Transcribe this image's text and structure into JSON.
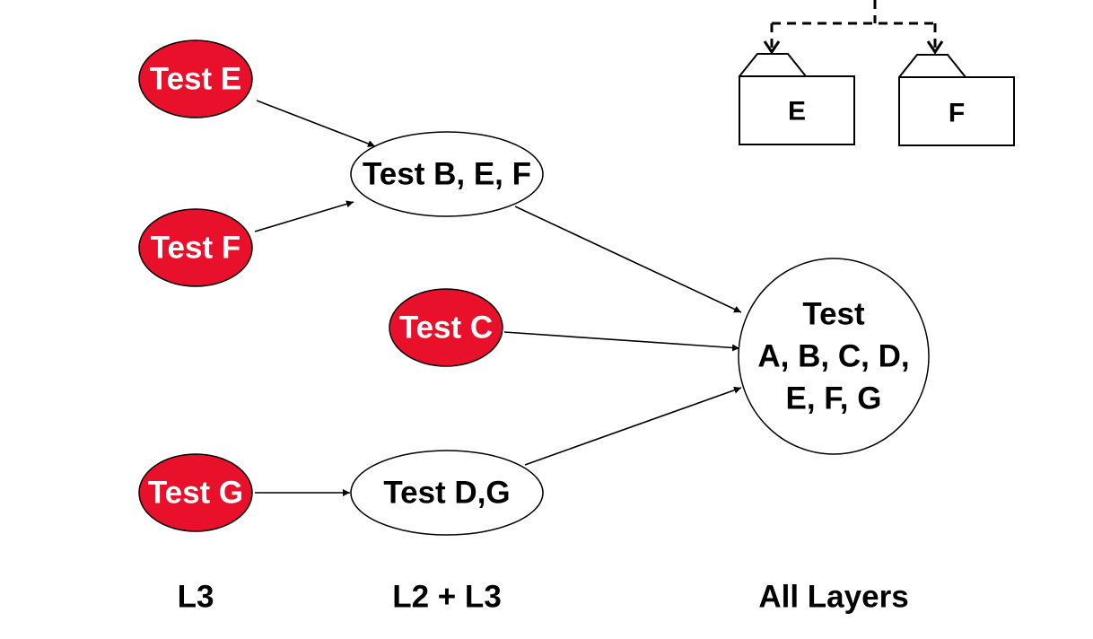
{
  "colors": {
    "red_node": "#e8102a",
    "white_node": "#ffffff",
    "stroke": "#000000",
    "text_dark": "#000000",
    "text_light": "#ffffff"
  },
  "nodes": {
    "test_e": "Test E",
    "test_f": "Test F",
    "test_c": "Test C",
    "test_g": "Test G",
    "test_bef": "Test B, E, F",
    "test_dg": "Test D,G",
    "test_all": [
      "Test",
      "A, B, C, D,",
      "E, F, G"
    ]
  },
  "packages": {
    "e": "E",
    "f": "F"
  },
  "layers": {
    "l3": "L3",
    "l2_l3": "L2 + L3",
    "all": "All Layers"
  }
}
